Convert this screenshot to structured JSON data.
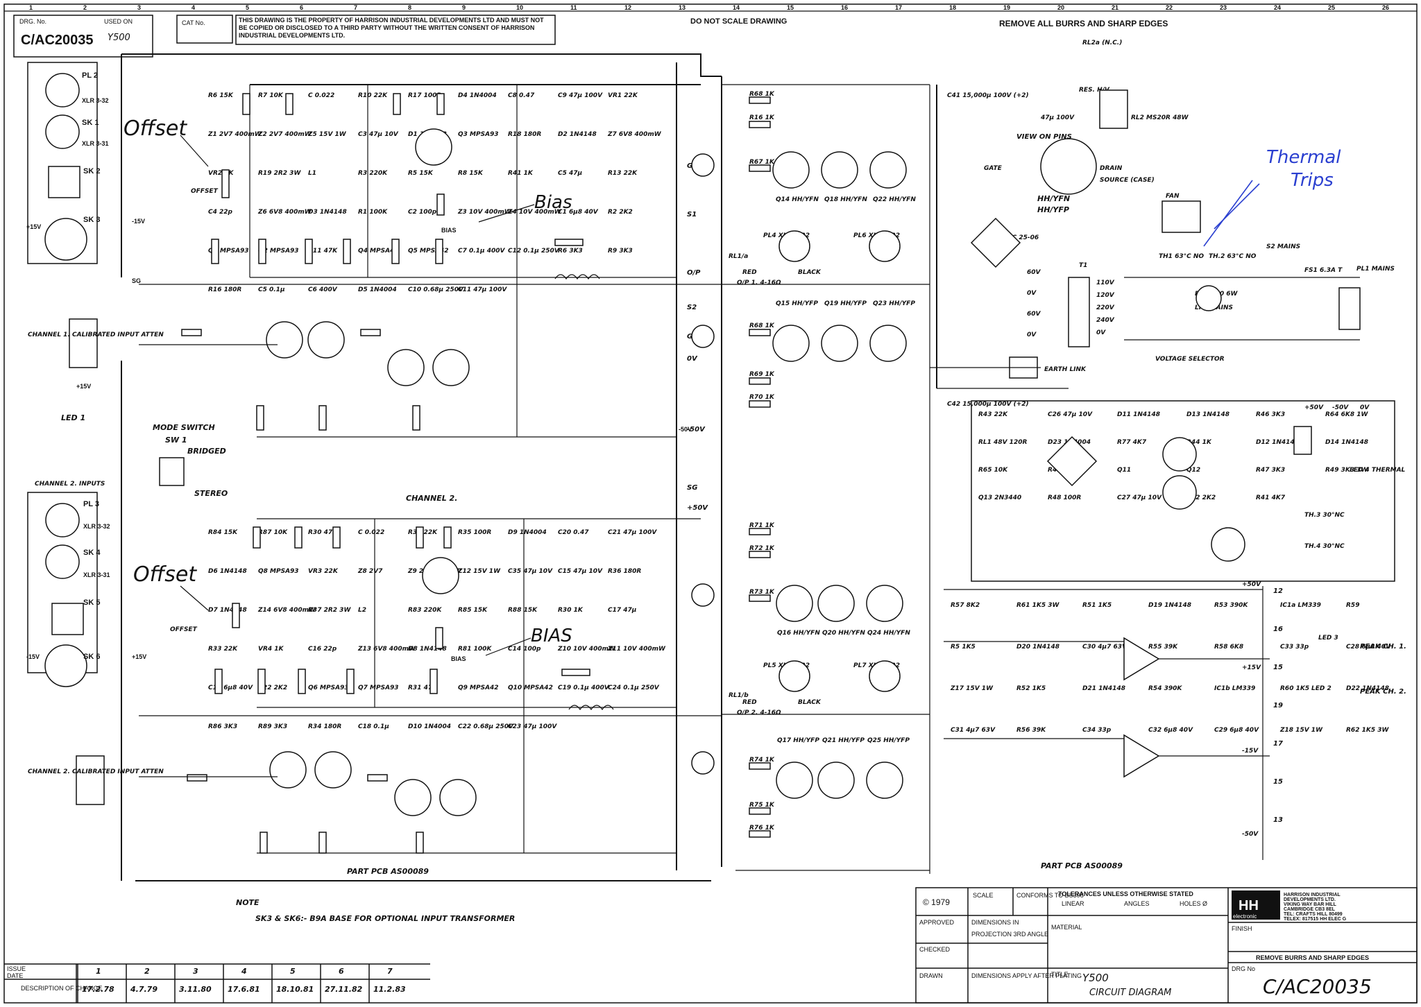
{
  "header": {
    "drg_no_label": "DRG. No.",
    "drg_no": "C/AC20035",
    "used_on_label": "USED ON",
    "used_on": "Y500",
    "cat_no_label": "CAT No.",
    "notice": "THIS DRAWING IS THE PROPERTY OF HARRISON INDUSTRIAL DEVELOPMENTS LTD AND MUST NOT BE COPIED OR DISCLOSED TO A THIRD PARTY WITHOUT THE WRITTEN CONSENT OF HARRISON INDUSTRIAL DEVELOPMENTS LTD.",
    "scale_note": "DO NOT SCALE DRAWING",
    "burrs_note": "REMOVE ALL BURRS AND SHARP EDGES",
    "column_numbers": [
      "1",
      "2",
      "3",
      "4",
      "5",
      "6",
      "7",
      "8",
      "9",
      "10",
      "11",
      "12",
      "13",
      "14",
      "15",
      "16",
      "17",
      "18",
      "19",
      "20",
      "21",
      "22",
      "23",
      "24",
      "25",
      "26"
    ]
  },
  "annotations": {
    "offset_1": "Offset",
    "offset_2": "Offset",
    "bias_1": "Bias",
    "bias_2": "BIAS",
    "thermal_trips": [
      "Thermal",
      "Trips"
    ],
    "blue_color": "#2a3fd0"
  },
  "left_panel": {
    "channel1_label": "CHANNEL 1. CALIBRATED INPUT ATTEN",
    "channel2_inputs": "CHANNEL 2. INPUTS",
    "channel2_label": "CHANNEL 2. CALIBRATED INPUT ATTEN",
    "mode_switch": "MODE SWITCH",
    "sw1": "SW 1",
    "bridged": "BRIDGED",
    "stereo": "STEREO",
    "led1": "LED 1",
    "connectors": [
      "PL 2",
      "XLR 3-32",
      "SK 1",
      "XLR 3-31",
      "SK 2",
      "SK 3",
      "PL 3",
      "XLR 3-32",
      "SK 4",
      "XLR 3-31",
      "SK 5",
      "SK 6"
    ],
    "rails": [
      "+15V",
      "-15V",
      "+15V",
      "-15V",
      "+15V"
    ]
  },
  "channel1_amp": {
    "components": [
      "R6 15K",
      "R7 10K",
      "C 0.022",
      "R10 22K",
      "R17 100R",
      "D4 1N4004",
      "C8 0.47",
      "C9 47µ 100V",
      "VR1 22K",
      "Z1 2V7 400mW",
      "Z2 2V7 400mW",
      "Z5 15V 1W",
      "C3 47µ 10V",
      "D1 1N4148",
      "Q3 MPSA93",
      "R18 180R",
      "D2 1N4148",
      "Z7 6V8 400mW",
      "VR2 1K",
      "R19 2R2 3W",
      "L1",
      "R3 220K",
      "R5 15K",
      "R8 15K",
      "R41 1K",
      "C5 47µ",
      "R13 22K",
      "C4 22p",
      "Z6 6V8 400mW",
      "D3 1N4148",
      "R1 100K",
      "C2 100p",
      "Z3 10V 400mW",
      "Z4 10V 400mW",
      "C1 6µ8 40V",
      "R2 2K2",
      "Q1 MPSA93",
      "Q2 MPSA93",
      "R11 47K",
      "Q4 MPSA42",
      "Q5 MPSA42",
      "C7 0.1µ 400V",
      "C12 0.1µ 250V",
      "R6 3K3",
      "R9 3K3",
      "R16 180R",
      "C5 0.1µ",
      "C6 400V",
      "D5 1N4004",
      "C10 0.68µ 250V",
      "C11 47µ 100V"
    ],
    "offset_label": "OFFSET",
    "bias_label": "BIAS",
    "rail_label": "-50V",
    "sg": "SG"
  },
  "channel2_amp": {
    "title": "CHANNEL 2.",
    "components": [
      "R84 15K",
      "R87 10K",
      "R30 47K",
      "C 0.022",
      "R32 22K",
      "R35 100R",
      "D9 1N4004",
      "C20 0.47",
      "C21 47µ 100V",
      "D6 1N4148",
      "Q8 MPSA93",
      "VR3 22K",
      "Z8 2V7",
      "Z9 2V7 400mW",
      "Z12 15V 1W",
      "C35 47µ 10V",
      "C15 47µ 10V",
      "R36 180R",
      "D7 1N4148",
      "Z14 6V8 400mW",
      "R37 2R2 3W",
      "L2",
      "R83 220K",
      "R85 15K",
      "R88 15K",
      "R30 1K",
      "C17 47µ",
      "R33 22K",
      "VR4 1K",
      "C16 22p",
      "Z13 6V8 400mW",
      "D8 1N4148",
      "R81 100K",
      "C14 100p",
      "Z10 10V 400mW",
      "Z11 10V 400mW",
      "C13 6µ8 40V",
      "R22 2K2",
      "Q6 MPSA93",
      "Q7 MPSA93",
      "R31 47K",
      "Q9 MPSA42",
      "Q10 MPSA42",
      "C19 0.1µ 400V",
      "C24 0.1µ 250V",
      "R86 3K3",
      "R89 3K3",
      "R34 180R",
      "C18 0.1µ",
      "D10 1N4004",
      "C22 0.68µ 250V",
      "C23 47µ 100V"
    ],
    "offset_label": "OFFSET",
    "bias_label": "BIAS",
    "pcb": "PART PCB AS00089"
  },
  "output_stage": {
    "resistors_top": [
      "R68 1K",
      "R16 1K",
      "R67 1K",
      "R68 1K",
      "R69 1K",
      "R70 1K"
    ],
    "mosfets_top": [
      "Q14 HH/YFN",
      "Q18 HH/YFN",
      "Q22 HH/YFN",
      "Q15 HH/YFP",
      "Q19 HH/YFP",
      "Q23 HH/YFP"
    ],
    "mosfets_bottom": [
      "Q16 HH/YFN",
      "Q20 HH/YFN",
      "Q24 HH/YFN",
      "Q17 HH/YFP",
      "Q21 HH/YFP",
      "Q25 HH/YFP"
    ],
    "resistors_bottom": [
      "R71 1K",
      "R72 1K",
      "R73 1K",
      "R74 1K",
      "R75 1K",
      "R76 1K"
    ],
    "pl4": "PL4 XLR 3-32",
    "pl6": "PL6 XLR 3-32",
    "pl5": "PL5 XLR 3-32",
    "pl7": "PL7 XLR 3-32",
    "rl1": "RL1/a",
    "rl2": "RL1/b",
    "red": "RED",
    "black": "BLACK",
    "op1": "O/P 1. 4-16Ω",
    "op2": "O/P 2. 4-16Ω",
    "view_on_pins": "VIEW ON PINS",
    "gate": "GATE",
    "drain": "DRAIN",
    "source": "SOURCE (CASE)",
    "types": [
      "HH/YFN",
      "HH/YFP"
    ],
    "terminals": [
      "G1",
      "S1",
      "O/P",
      "S2",
      "G2",
      "0V",
      "-50V",
      "+50V",
      "SG"
    ]
  },
  "power_supply": {
    "rl2a": "RL2a (N.C.)",
    "res_hv": "RES. H/V",
    "rl2": "RL2 MS20R 48W",
    "cap": "47µ 100V",
    "c41": "C41 15,000µ 100V (+2)",
    "c42": "C42 15,000µ 100V (+2)",
    "br1": "BR1 KBPC 25-06",
    "t1": "T1",
    "fan": "FAN",
    "th1": "TH1 63°C NO",
    "th2": "TH.2 63°C NO",
    "s2": "S2 MAINS",
    "fs1": "FS1 6.3A T",
    "pl1": "PL1 MAINS",
    "r78": "R78 3K0 6W",
    "lp1": "LP1 MAINS",
    "voltage_selector": "VOLTAGE SELECTOR",
    "earth_link": "EARTH LINK",
    "taps": [
      "110V",
      "120V",
      "220V",
      "240V",
      "0V"
    ],
    "secondary": [
      "60V",
      "0V",
      "60V",
      "0V"
    ]
  },
  "protection": {
    "components": [
      "R43 22K",
      "C26 47µ 10V",
      "D11 1N4148",
      "D13 1N4148",
      "R46 3K3",
      "R64 6K8 1W",
      "RL1 48V 120R",
      "D23 1N4004",
      "R77 4K7",
      "R44 1K",
      "D12 1N4148",
      "D14 1N4148",
      "R65 10K",
      "R45 1K",
      "Q11",
      "Q12",
      "R47 3K3",
      "R49 3K3 3W",
      "Q13 2N3440",
      "R48 100R",
      "C27 47µ 10V",
      "R42 2K2",
      "R41 4K7"
    ],
    "led4": "LED 4 THERMAL",
    "th3": "TH.3 30°NC",
    "th4": "TH.4 30°NC",
    "rails": [
      "+50V",
      "-50V",
      "0V"
    ]
  },
  "peak_detect": {
    "components": [
      "R57 8K2",
      "R61 1K5 3W",
      "R51 1K5",
      "D19 1N4148",
      "R53 390K",
      "IC1a LM339",
      "R59",
      "R5 1K5",
      "D20 1N4148",
      "C30 4µ7 63V",
      "R55 39K",
      "R58 6K8",
      "C33 33p",
      "C28 6µ8 40V",
      "Z17 15V 1W",
      "R52 1K5",
      "D21 1N4148",
      "R54 390K",
      "IC1b LM339",
      "R60 1K5",
      "D22 1N4148",
      "C31 4µ7 63V",
      "R56 39K",
      "C34 33p",
      "C32 6µ8 40V",
      "C29 6µ8 40V",
      "Z18 15V 1W",
      "R62 1K5 3W"
    ],
    "led3": "LED 3",
    "led2": "LED 2",
    "peak_ch1": "PEAK CH. 1.",
    "peak_ch2": "PEAK CH. 2.",
    "pins": [
      "12",
      "16",
      "15",
      "19",
      "17",
      "15",
      "13"
    ],
    "rails": [
      "+50V",
      "+15V",
      "-15V",
      "-50V"
    ],
    "pcb": "PART PCB AS00089"
  },
  "note": {
    "label": "NOTE",
    "text": "SK3 & SK6:- B9A BASE FOR OPTIONAL INPUT TRANSFORMER"
  },
  "revisions": {
    "issue_label": "ISSUE",
    "date_label": "DATE",
    "desc_label": "DESCRIPTION OF CHANGE",
    "issues": [
      "1",
      "2",
      "3",
      "4",
      "5",
      "6",
      "7"
    ],
    "dates": [
      "17.2.78",
      "4.7.79",
      "3.11.80",
      "17.6.81",
      "18.10.81",
      "27.11.82",
      "11.2.83"
    ]
  },
  "title_block": {
    "copyright": "© 1979",
    "scale": "SCALE",
    "conforms": "CONFORMS TO BS308",
    "tolerances": "TOLERANCES UNLESS OTHERWISE STATED",
    "linear": "LINEAR",
    "angles": "ANGLES",
    "holes": "HOLES Ø",
    "approved": "APPROVED",
    "checked": "CHECKED",
    "drawn": "DRAWN",
    "dimensions_in": "DIMENSIONS IN",
    "projection": "PROJECTION 3RD ANGLE",
    "dim_apply": "DIMENSIONS APPLY AFTER PLATING",
    "material": "MATERIAL",
    "finish": "FINISH",
    "remove": "REMOVE BURRS AND SHARP EDGES",
    "title_label": "TITLE",
    "title": "Y500",
    "subtitle": "CIRCUIT DIAGRAM",
    "drg_no_label": "DRG No",
    "drg_no": "C/AC20035",
    "company": [
      "HARRISON INDUSTRIAL",
      "DEVELOPMENTS LTD.",
      "VIKING WAY BAR HILL",
      "CAMBRIDGE CB3 8EL",
      "TEL: CRAFTS HILL 80499",
      "TELEX: 817515 HH ELEC G"
    ],
    "logo": "HH",
    "logo_sub": "electronic"
  }
}
